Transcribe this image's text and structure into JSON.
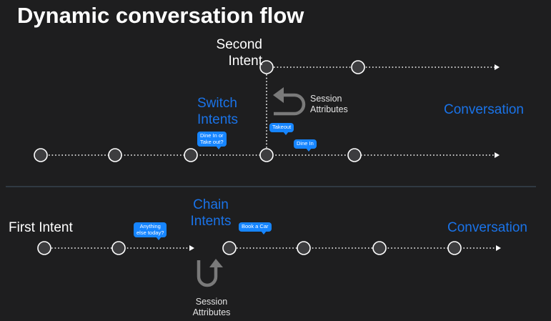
{
  "title": "Dynamic conversation flow",
  "top_section": {
    "second_intent": "Second\nIntent",
    "switch_intents": "Switch\nIntents",
    "session_attributes": "Session\nAttributes",
    "conversation": "Conversation",
    "bubble_dine_in_or_takeout": "Dine In or\nTake out?",
    "bubble_takeout": "Takeout",
    "bubble_dine_in": "Dine In"
  },
  "bottom_section": {
    "first_intent": "First Intent",
    "chain_intents": "Chain\nIntents",
    "conversation": "Conversation",
    "bubble_anything_else": "Anything\nelse today?",
    "bubble_book_a_car": "Book a Car",
    "session_attributes": "Session\nAttributes"
  },
  "colors": {
    "background": "#1e1e1f",
    "accent_blue": "#1a73e8",
    "bubble_blue": "#1685ff",
    "node_fill": "#3d3d3f",
    "line": "#ffffff",
    "arrow_gray": "#7a7a7a"
  },
  "icons": [
    "u-turn-arrow-icon",
    "up-turn-arrow-icon"
  ]
}
